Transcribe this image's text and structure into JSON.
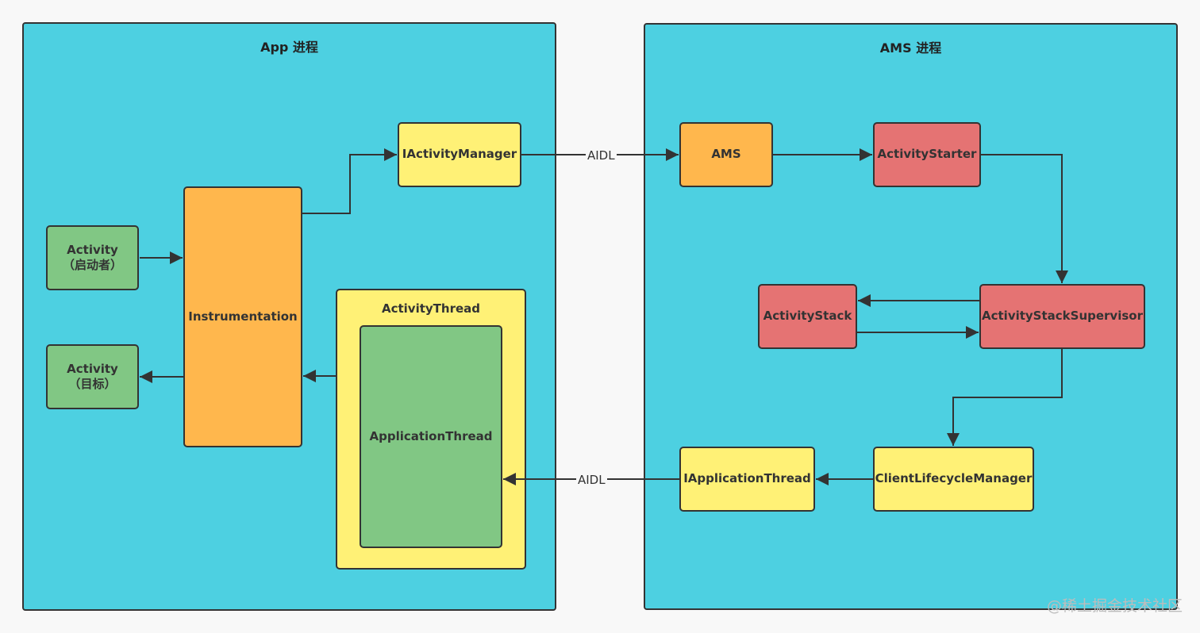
{
  "panels": {
    "app": {
      "title": "App 进程"
    },
    "ams": {
      "title": "AMS 进程"
    }
  },
  "nodes": {
    "activity_launcher": {
      "line1": "Activity",
      "line2": "（启动者）"
    },
    "activity_target": {
      "line1": "Activity",
      "line2": "（目标）"
    },
    "instrumentation": "Instrumentation",
    "iactivity_manager": "IActivityManager",
    "activity_thread": "ActivityThread",
    "application_thread": "ApplicationThread",
    "ams": "AMS",
    "activity_starter": "ActivityStarter",
    "activity_stack": "ActivityStack",
    "activity_stack_supervisor": "ActivityStackSupervisor",
    "client_lifecycle_manager": "ClientLifecycleManager",
    "iapplication_thread": "IApplicationThread"
  },
  "edge_labels": {
    "aidl_top": "AIDL",
    "aidl_bottom": "AIDL"
  },
  "watermark": "@稀土掘金技术社区"
}
